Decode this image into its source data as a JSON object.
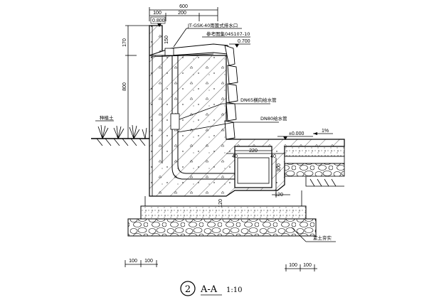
{
  "dimensions": {
    "top_total": "600",
    "top_left": "100",
    "top_right": "200",
    "left_height_total": "800",
    "left_upper": "170",
    "ledge_150": "150",
    "channel_width": "220",
    "channel_left_wall": "40",
    "channel_right_wall": "40",
    "channel_depth": "300",
    "channel_offset": "120",
    "base_thickness": "120",
    "bottom_left_a": "100",
    "bottom_left_b": "100",
    "bottom_right_a": "100",
    "bottom_right_b": "100"
  },
  "elevations": {
    "top_level": "0.800",
    "cap_level": "0.700",
    "ground_level": "±0.000"
  },
  "annotations": {
    "drain_outlet": "JT-GSK-40雨篦式排水口",
    "reference": "参考图集04S107-10",
    "pipe_dn65": "DN65横向给水管",
    "pipe_dn80": "DN80给水管",
    "slope": "1%",
    "planting_soil": "种植土",
    "compacted_soil": "素土夯实"
  },
  "title": {
    "number": "2",
    "section": "A-A",
    "scale": "1:10"
  }
}
